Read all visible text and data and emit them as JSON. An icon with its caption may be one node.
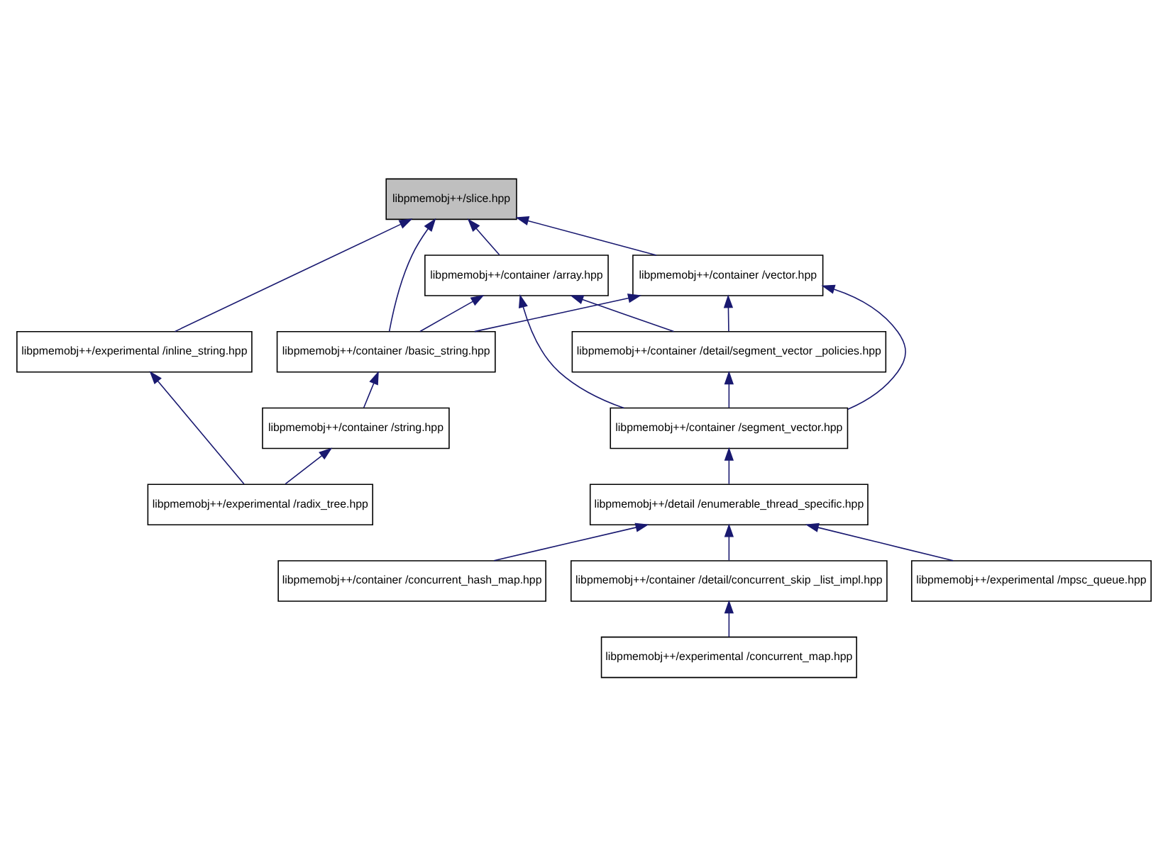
{
  "diagram": {
    "nodes": [
      {
        "text": [
          "libpmemobj++/slice.hpp"
        ]
      },
      {
        "text": [
          "libpmemobj++/experimental /inline_string.hpp"
        ]
      },
      {
        "text": [
          "libpmemobj++/container /vector.hpp"
        ]
      },
      {
        "text": [
          "libpmemobj++/container /array.hpp"
        ]
      },
      {
        "text": [
          "libpmemobj++/container /basic_string.hpp"
        ]
      },
      {
        "text": [
          "libpmemobj++/container /detail/segment_vector _policies.hpp"
        ]
      },
      {
        "text": [
          "libpmemobj++/container /string.hpp"
        ]
      },
      {
        "text": [
          "libpmemobj++/container /segment_vector.hpp"
        ]
      },
      {
        "text": [
          "libpmemobj++/experimental /radix_tree.hpp"
        ]
      },
      {
        "text": [
          "libpmemobj++/detail /enumerable_thread_specific.hpp"
        ]
      },
      {
        "text": [
          "libpmemobj++/container /concurrent_hash_map.hpp"
        ]
      },
      {
        "text": [
          "libpmemobj++/container /detail/concurrent_skip _list_impl.hpp"
        ]
      },
      {
        "text": [
          "libpmemobj++/experimental /mpsc_queue.hpp"
        ]
      },
      {
        "text": [
          "libpmemobj++/experimental /concurrent_map.hpp"
        ]
      }
    ],
    "edges": [
      {
        "from": 1,
        "to": 0,
        "arrow": "to"
      },
      {
        "from": 4,
        "to": 0,
        "arrow": "to"
      },
      {
        "from": 2,
        "to": 0,
        "arrow": "to"
      },
      {
        "from": 3,
        "to": 0,
        "arrow": "to"
      },
      {
        "from": 4,
        "to": 2,
        "arrow": "to"
      },
      {
        "from": 5,
        "to": 2,
        "arrow": "to"
      },
      {
        "from": 7,
        "to": 2,
        "arrow": "to"
      },
      {
        "from": 4,
        "to": 3,
        "arrow": "to"
      },
      {
        "from": 5,
        "to": 3,
        "arrow": "to"
      },
      {
        "from": 7,
        "to": 3,
        "arrow": "to"
      },
      {
        "from": 6,
        "to": 4,
        "arrow": "to"
      },
      {
        "from": 7,
        "to": 5,
        "arrow": "to"
      },
      {
        "from": 8,
        "to": 1,
        "arrow": "to"
      },
      {
        "from": 8,
        "to": 6,
        "arrow": "to"
      },
      {
        "from": 9,
        "to": 7,
        "arrow": "to"
      },
      {
        "from": 10,
        "to": 9,
        "arrow": "to"
      },
      {
        "from": 11,
        "to": 9,
        "arrow": "to"
      },
      {
        "from": 12,
        "to": 9,
        "arrow": "to"
      },
      {
        "from": 13,
        "to": 11,
        "arrow": "to"
      }
    ]
  }
}
